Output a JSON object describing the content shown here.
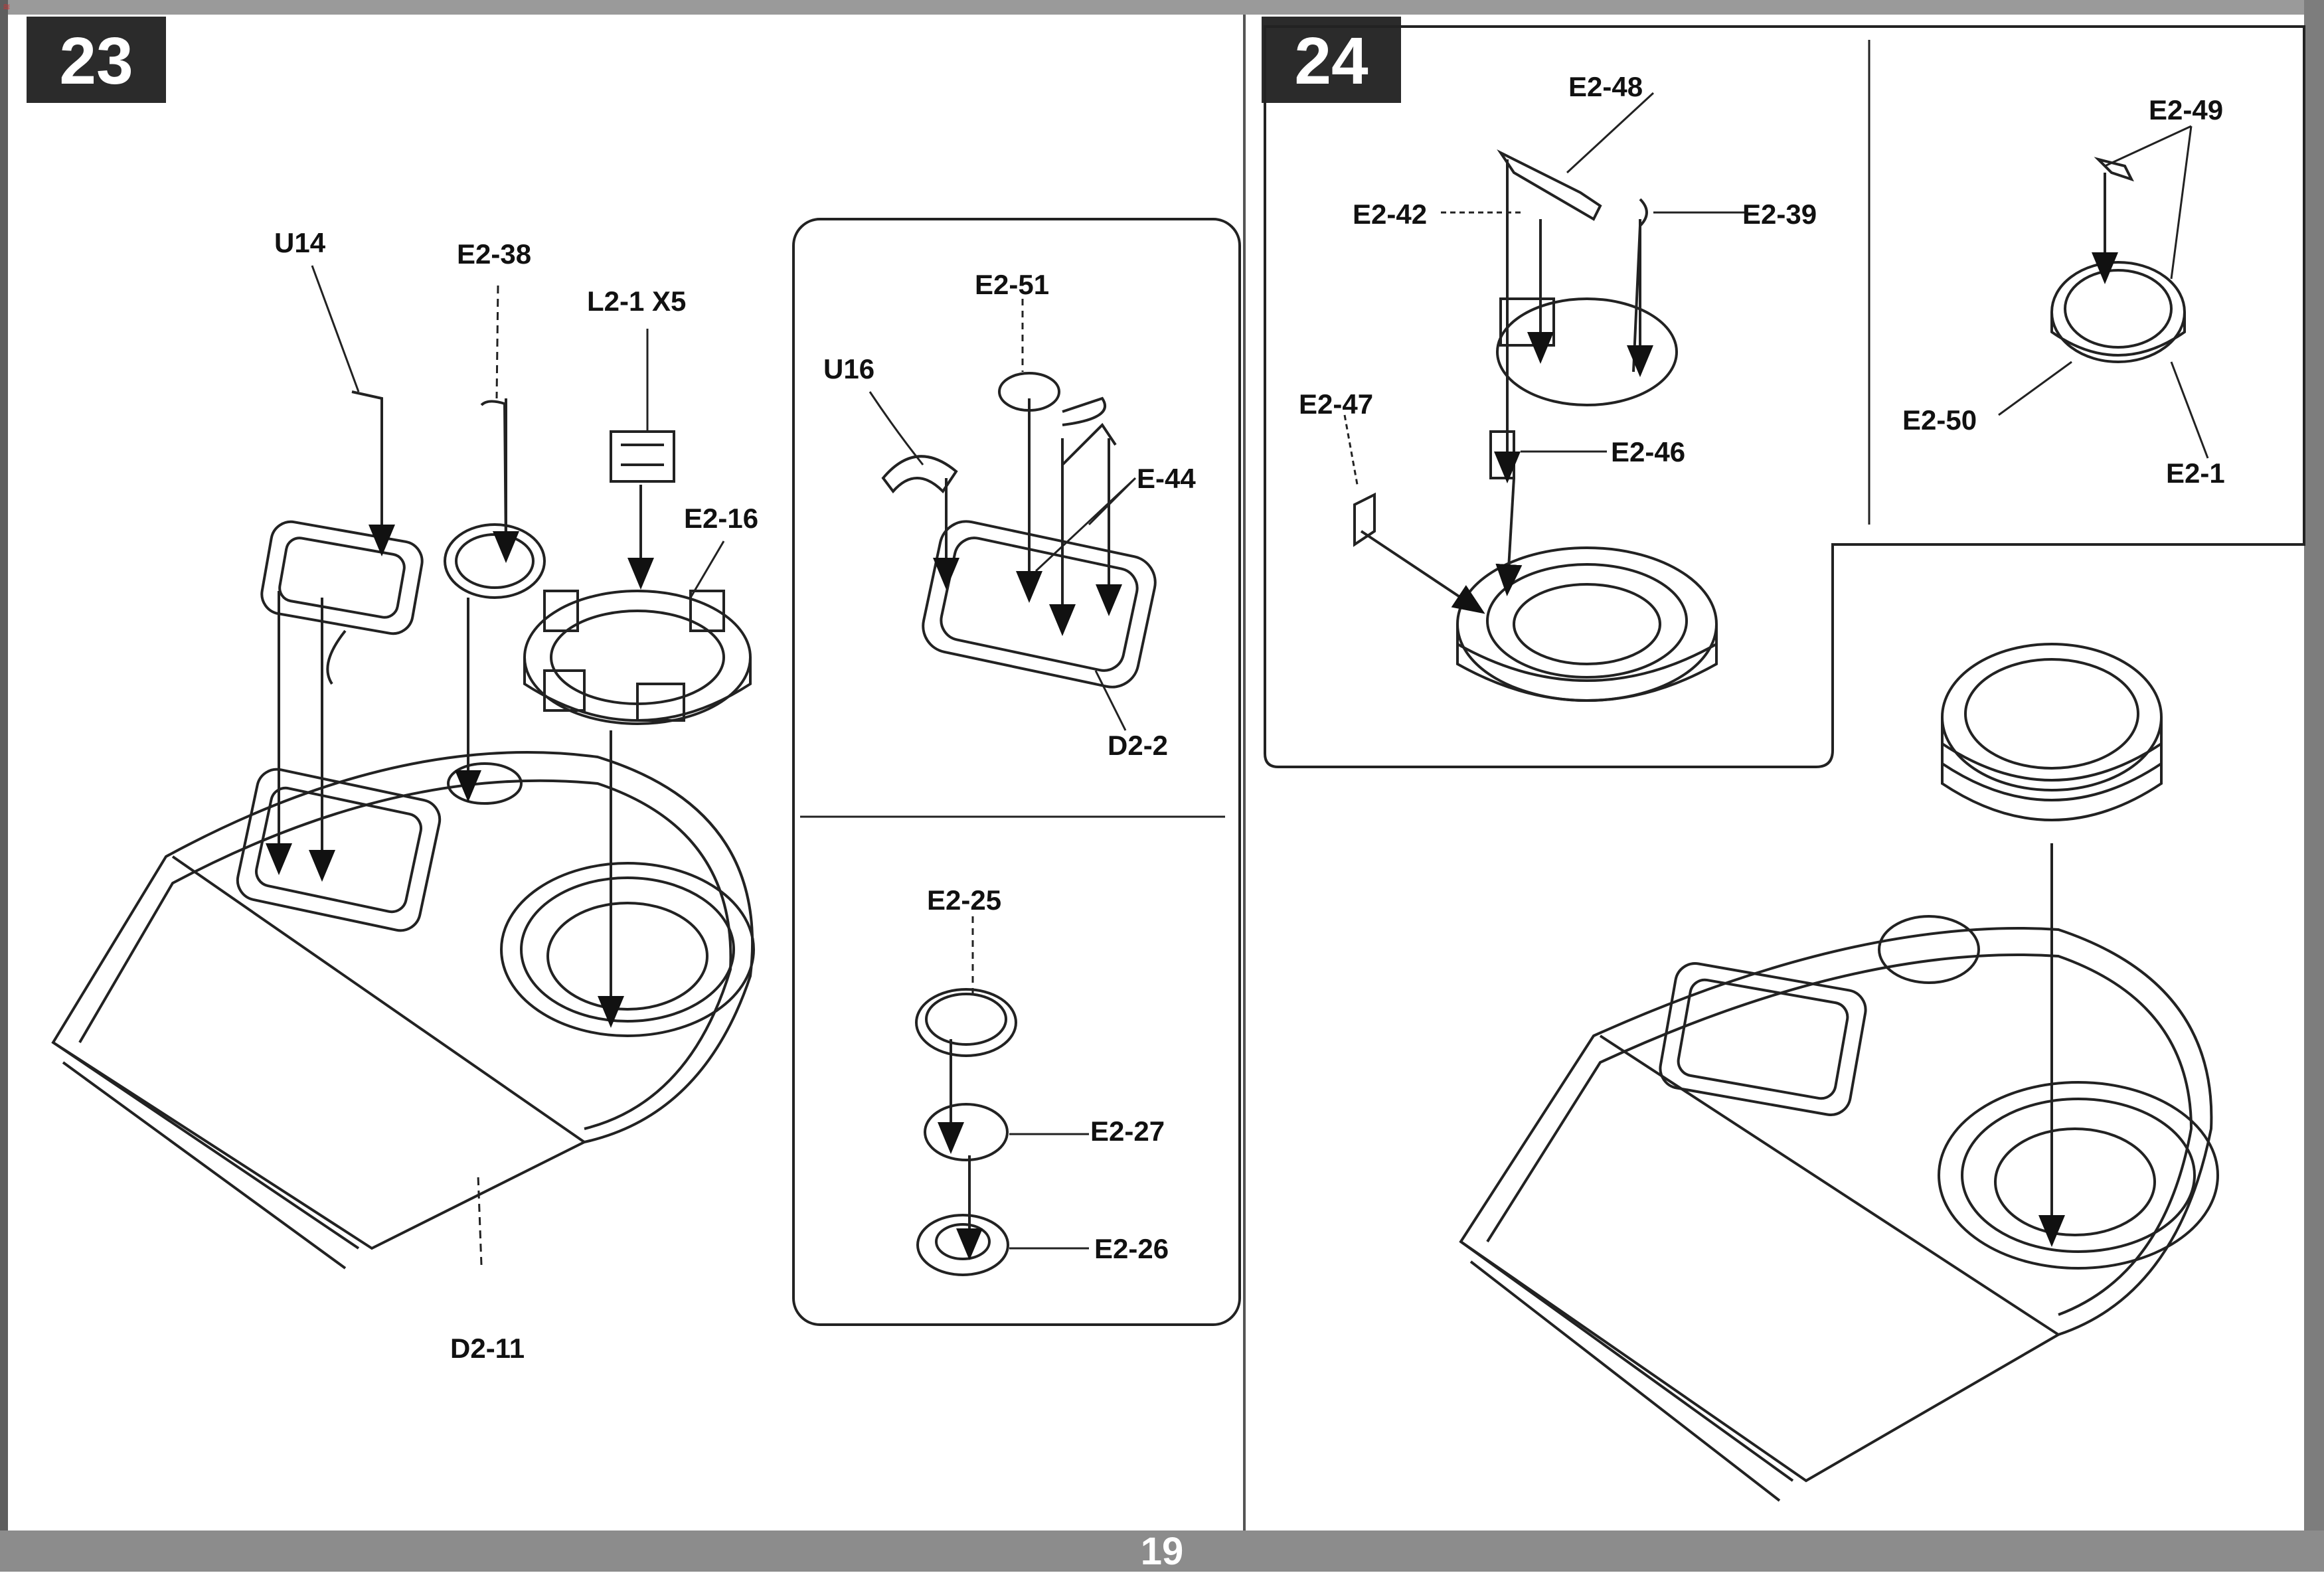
{
  "page": {
    "number": "19"
  },
  "brand_mark": "≋",
  "steps": [
    {
      "number": "23"
    },
    {
      "number": "24"
    }
  ],
  "labels": {
    "u14": "U14",
    "e2_38": "E2-38",
    "l2_1": "L2-1 X5",
    "e2_16": "E2-16",
    "d2_11": "D2-11",
    "e2_51": "E2-51",
    "u16": "U16",
    "e_44": "E-44",
    "d2_2": "D2-2",
    "e2_25": "E2-25",
    "e2_27": "E2-27",
    "e2_26": "E2-26",
    "e2_48": "E2-48",
    "e2_42": "E2-42",
    "e2_39": "E2-39",
    "e2_47": "E2-47",
    "e2_46": "E2-46",
    "e2_49": "E2-49",
    "e2_50": "E2-50",
    "e2_1": "E2-1"
  }
}
